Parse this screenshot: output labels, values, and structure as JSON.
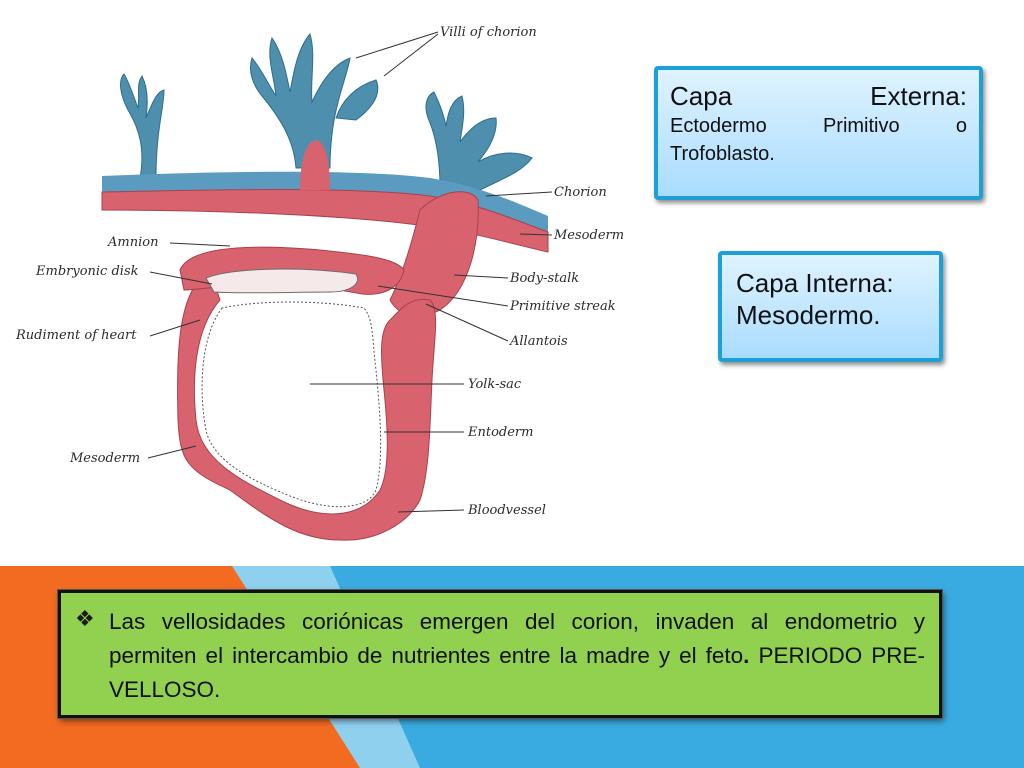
{
  "diagram": {
    "labels": [
      "Villi of chorion",
      "Chorion",
      "Mesoderm",
      "Amnion",
      "Embryonic disk",
      "Body-stalk",
      "Primitive streak",
      "Rudiment of heart",
      "Allantois",
      "Yolk-sac",
      "Entoderm",
      "Mesoderm",
      "Bloodvessel"
    ]
  },
  "box_externa": {
    "title_word1": "Capa",
    "title_word2": "Externa:",
    "body": "Ectodermo Primitivo o Trofoblasto."
  },
  "box_interna": {
    "title": "Capa Interna:",
    "body": "Mesodermo."
  },
  "bottom": {
    "bullet": "❖",
    "text": "Las vellosidades coriónicas emergen del corion, invaden al endometrio y permiten el intercambio de nutrientes entre la madre y el feto",
    "period": ".",
    "emphasis": " PERIODO PRE-VELLOSO."
  },
  "colors": {
    "orange": "#f26b21",
    "blue": "#3aabe0",
    "green": "#92d050",
    "tissue_red": "#d9626f",
    "villi_blue": "#4e8fae"
  }
}
